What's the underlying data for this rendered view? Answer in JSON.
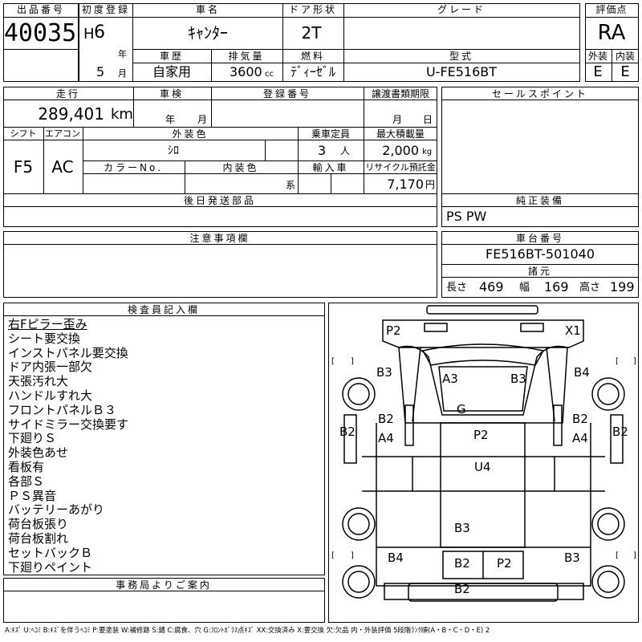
{
  "header": {
    "lot_no_label": "出品番号",
    "lot_no": "40035",
    "first_reg_label": "初度登録",
    "era": "H",
    "year": "6",
    "year_unit": "年",
    "month": "5",
    "month_unit": "月",
    "car_name_label": "車名",
    "car_name": "ｷｬﾝﾀｰ",
    "door_label": "ドア形状",
    "door": "2T",
    "grade_label": "グレード",
    "grade": "",
    "rating_label": "評価点",
    "rating": "RA",
    "history_label": "車歴",
    "history": "自家用",
    "displacement_label": "排気量",
    "displacement": "3600",
    "displacement_unit": "cc",
    "fuel_label": "燃料",
    "fuel": "ﾃﾞｨｰｾﾞﾙ",
    "model_label": "型式",
    "model": "U-FE516BT",
    "exterior_label": "外装",
    "exterior": "E",
    "interior_label": "内装",
    "interior": "E"
  },
  "row2": {
    "mileage_label": "走行",
    "mileage": "289,401",
    "mileage_unit": "km",
    "inspection_label": "車検",
    "insp_year_unit": "年",
    "insp_month_unit": "月",
    "plate_label": "登録番号",
    "transfer_label": "譲渡書類期限",
    "transfer_month_unit": "月",
    "transfer_day_unit": "日",
    "sales_point_label": "セールスポイント"
  },
  "row3": {
    "shift_label": "シフト",
    "shift": "F5",
    "ac_label": "エアコン",
    "ac": "AC",
    "ext_color_label": "外装色",
    "ext_color": "ｼﾛ",
    "seats_label": "乗車定員",
    "seats": "3",
    "seats_unit": "人",
    "load_label": "最大積載量",
    "load": "2,000",
    "load_unit": "kg",
    "color_no_label": "カラーNo.",
    "int_color_label": "内装色",
    "int_color_unit": "系",
    "import_label": "輸入車",
    "recycle_label": "リサイクル預託金",
    "recycle": "7,170",
    "recycle_unit": "円"
  },
  "shipping_label": "後日発送部品",
  "equipment": {
    "label": "純正装備",
    "items": "PS PW"
  },
  "notes_label": "注意事項欄",
  "chassis": {
    "label": "車台番号",
    "number": "FE516BT-501040"
  },
  "dimensions": {
    "label": "諸元",
    "length_label": "長さ",
    "length": "469",
    "width_label": "幅",
    "width": "169",
    "height_label": "高さ",
    "height": "199"
  },
  "inspector": {
    "label": "検査員記入欄",
    "remarks": [
      "右Fピラー歪み",
      "シート要交換",
      "インストパネル要交換",
      "ドア内張一部欠",
      "天張汚れ大",
      "ハンドルすれ大",
      "フロントパネルＢ３",
      "サイドミラー交換要す",
      "下廻りＳ",
      "外装色あせ",
      "看板有",
      "各部Ｓ",
      "ＰＳ異音",
      "バッテリーあがり",
      "荷台板張り",
      "荷台板割れ",
      "セットバックＢ",
      "下廻りペイント"
    ]
  },
  "office_label": "事務局よりご案内",
  "diagram_marks": [
    "P2",
    "X1",
    "B3",
    "A3",
    "B3",
    "B4",
    "G",
    "B2",
    "A4",
    "P2",
    "B2",
    "A4",
    "B2",
    "B2",
    "U4",
    "B3",
    "B4",
    "B2",
    "P2",
    "B3",
    "B2"
  ],
  "legend": "A:ｷｽﾞ U:ﾍｺﾐ B:ｷｽﾞを伴うﾍｺﾐ P:要塗装 W:補修跡 S:錆 C:腐食、穴 G:ﾌﾛﾝﾄｶﾞﾗｽ点ｷｽﾞ XX:交換済み X:要交換 欠:欠品 内・外装評価 5段階ﾗﾝｸ順(A・B・C・D・E) 2",
  "colors": {
    "line": "#000000",
    "background": "#ffffff"
  }
}
